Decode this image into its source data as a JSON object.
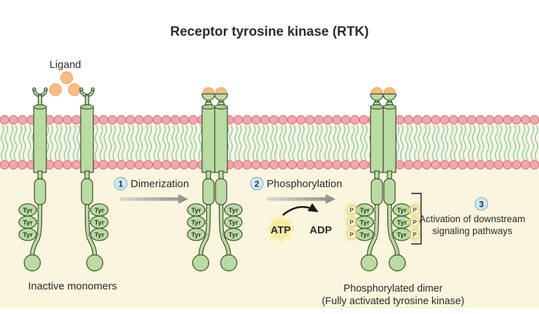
{
  "title": "Receptor tyrosine kinase (RTK)",
  "labels": {
    "ligand": "Ligand",
    "inactive_monomers": "Inactive monomers",
    "phospho_dimer_line1": "Phosphorylated dimer",
    "phospho_dimer_line2": "(Fully activated tyrosine kinase)",
    "activation_line1": "Activation of downstream",
    "activation_line2": "signaling pathways"
  },
  "steps": [
    {
      "number": "1",
      "label": "Dimerization"
    },
    {
      "number": "2",
      "label": "Phosphorylation"
    },
    {
      "number": "3",
      "label": "Activation of downstream signaling pathways"
    }
  ],
  "molecules": {
    "atp": "ATP",
    "adp": "ADP",
    "tyrosine": "Tyr",
    "phosphate": "P"
  },
  "colors": {
    "background_upper": "#ffffff",
    "background_cytoplasm": "#faf5dd",
    "membrane_head_pink": "#f4a6ae",
    "membrane_head_stroke": "#d2737f",
    "membrane_tail_teal": "#7ec6b4",
    "receptor_green": "#b9dca2",
    "receptor_outline": "#3d4a33",
    "ligand_orange": "#f6bd80",
    "step_circle_blue": "#cfe9f7",
    "step_circle_border": "#7db8d8",
    "arrow_gray": "#8e8e88",
    "glow_yellow": "#f6e47c",
    "text_dark": "#2b2b2b"
  }
}
